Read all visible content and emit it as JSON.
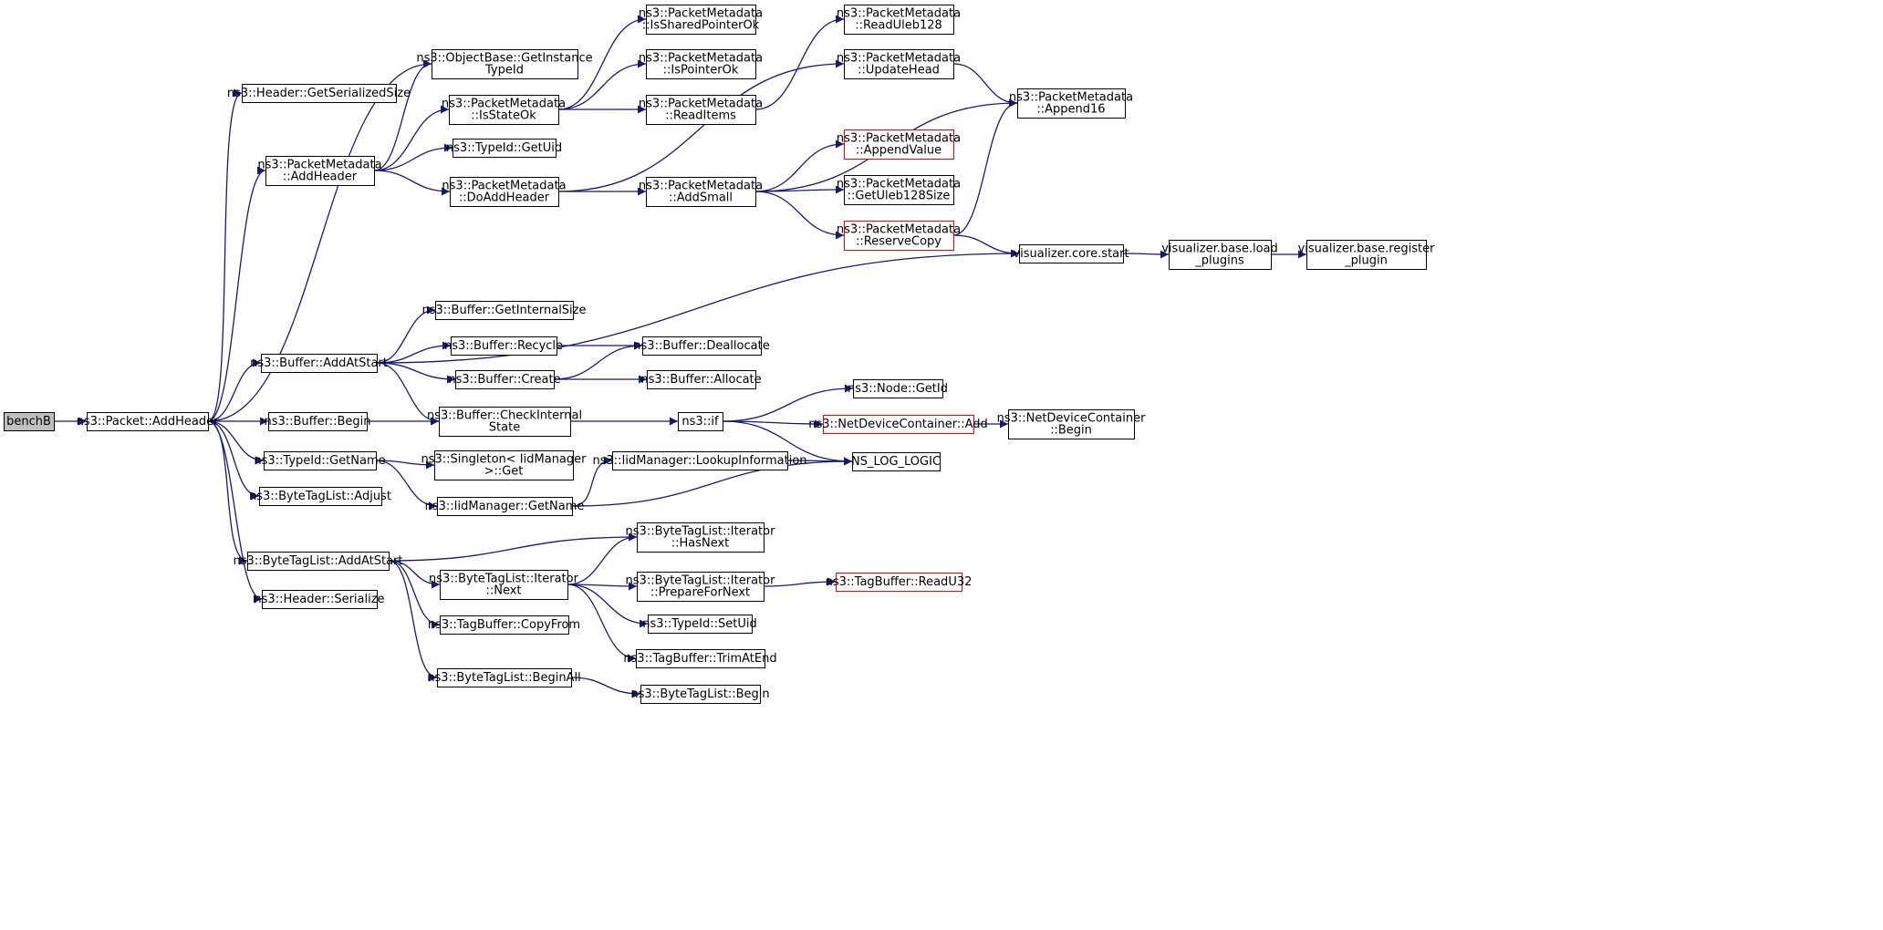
{
  "graph": {
    "root": "benchB",
    "colors": {
      "edge": "#191970",
      "node_border": "#000000",
      "truncated_border": "#ff0000",
      "root_fill": "#bfbfbf"
    },
    "nodes": [
      {
        "id": "benchB",
        "lines": [
          "benchB"
        ],
        "style": "root"
      },
      {
        "id": "pkt_addheader",
        "lines": [
          "ns3::Packet::AddHeader"
        ]
      },
      {
        "id": "hdr_getsersize",
        "lines": [
          "ns3::Header::GetSerializedSize"
        ]
      },
      {
        "id": "objbase_getinst",
        "lines": [
          "ns3::ObjectBase::GetInstance",
          "TypeId"
        ]
      },
      {
        "id": "pm_addheader",
        "lines": [
          "ns3::PacketMetadata",
          "::AddHeader"
        ]
      },
      {
        "id": "pm_isstateok",
        "lines": [
          "ns3::PacketMetadata",
          "::IsStateOk"
        ]
      },
      {
        "id": "typeid_getuid",
        "lines": [
          "ns3::TypeId::GetUid"
        ]
      },
      {
        "id": "pm_doaddheader",
        "lines": [
          "ns3::PacketMetadata",
          "::DoAddHeader"
        ]
      },
      {
        "id": "pm_issharedok",
        "lines": [
          "ns3::PacketMetadata",
          "::IsSharedPointerOk"
        ]
      },
      {
        "id": "pm_ispointerok",
        "lines": [
          "ns3::PacketMetadata",
          "::IsPointerOk"
        ]
      },
      {
        "id": "pm_readitems",
        "lines": [
          "ns3::PacketMetadata",
          "::ReadItems"
        ]
      },
      {
        "id": "pm_readuleb",
        "lines": [
          "ns3::PacketMetadata",
          "::ReadUleb128"
        ]
      },
      {
        "id": "pm_updatehead",
        "lines": [
          "ns3::PacketMetadata",
          "::UpdateHead"
        ]
      },
      {
        "id": "pm_append16",
        "lines": [
          "ns3::PacketMetadata",
          "::Append16"
        ]
      },
      {
        "id": "pm_appendvalue",
        "lines": [
          "ns3::PacketMetadata",
          "::AppendValue"
        ],
        "style": "red"
      },
      {
        "id": "pm_addsmall",
        "lines": [
          "ns3::PacketMetadata",
          "::AddSmall"
        ]
      },
      {
        "id": "pm_getuleb",
        "lines": [
          "ns3::PacketMetadata",
          "::GetUleb128Size"
        ]
      },
      {
        "id": "pm_reservecopy",
        "lines": [
          "ns3::PacketMetadata",
          "::ReserveCopy"
        ],
        "style": "red"
      },
      {
        "id": "viz_core_start",
        "lines": [
          "visualizer.core.start"
        ]
      },
      {
        "id": "viz_base_load",
        "lines": [
          "visualizer.base.load",
          "_plugins"
        ]
      },
      {
        "id": "viz_base_register",
        "lines": [
          "visualizer.base.register",
          "_plugin"
        ]
      },
      {
        "id": "buf_getinternalsize",
        "lines": [
          "ns3::Buffer::GetInternalSize"
        ]
      },
      {
        "id": "buf_addatstart",
        "lines": [
          "ns3::Buffer::AddAtStart"
        ]
      },
      {
        "id": "buf_recycle",
        "lines": [
          "ns3::Buffer::Recycle"
        ]
      },
      {
        "id": "buf_deallocate",
        "lines": [
          "ns3::Buffer::Deallocate"
        ]
      },
      {
        "id": "buf_create",
        "lines": [
          "ns3::Buffer::Create"
        ]
      },
      {
        "id": "buf_allocate",
        "lines": [
          "ns3::Buffer::Allocate"
        ]
      },
      {
        "id": "buf_begin",
        "lines": [
          "ns3::Buffer::Begin"
        ]
      },
      {
        "id": "buf_checkinternal",
        "lines": [
          "ns3::Buffer::CheckInternal",
          "State"
        ]
      },
      {
        "id": "ns3_if",
        "lines": [
          "ns3::if"
        ]
      },
      {
        "id": "node_getid",
        "lines": [
          "ns3::Node::GetId"
        ]
      },
      {
        "id": "ndc_add",
        "lines": [
          "ns3::NetDeviceContainer::Add"
        ],
        "style": "red"
      },
      {
        "id": "ndc_begin",
        "lines": [
          "ns3::NetDeviceContainer",
          "::Begin"
        ]
      },
      {
        "id": "ns_log_logic",
        "lines": [
          "NS_LOG_LOGIC"
        ]
      },
      {
        "id": "typeid_getname",
        "lines": [
          "ns3::TypeId::GetName"
        ]
      },
      {
        "id": "singleton_get",
        "lines": [
          "ns3::Singleton< IidManager",
          ">::Get"
        ]
      },
      {
        "id": "iid_lookup",
        "lines": [
          "ns3::IidManager::LookupInformation"
        ]
      },
      {
        "id": "iid_getname",
        "lines": [
          "ns3::IidManager::GetName"
        ]
      },
      {
        "id": "btl_adjust",
        "lines": [
          "ns3::ByteTagList::Adjust"
        ]
      },
      {
        "id": "btl_addatstart",
        "lines": [
          "ns3::ByteTagList::AddAtStart"
        ]
      },
      {
        "id": "btl_it_hasnext",
        "lines": [
          "ns3::ByteTagList::Iterator",
          "::HasNext"
        ]
      },
      {
        "id": "btl_it_next",
        "lines": [
          "ns3::ByteTagList::Iterator",
          "::Next"
        ]
      },
      {
        "id": "btl_it_prepare",
        "lines": [
          "ns3::ByteTagList::Iterator",
          "::PrepareForNext"
        ]
      },
      {
        "id": "tagbuf_readu32",
        "lines": [
          "ns3::TagBuffer::ReadU32"
        ],
        "style": "red"
      },
      {
        "id": "typeid_setuid",
        "lines": [
          "ns3::TypeId::SetUid"
        ]
      },
      {
        "id": "tagbuf_trimatend",
        "lines": [
          "ns3::TagBuffer::TrimAtEnd"
        ]
      },
      {
        "id": "hdr_serialize",
        "lines": [
          "ns3::Header::Serialize"
        ]
      },
      {
        "id": "tagbuf_copyfrom",
        "lines": [
          "ns3::TagBuffer::CopyFrom"
        ]
      },
      {
        "id": "btl_beginall",
        "lines": [
          "ns3::ByteTagList::BeginAll"
        ]
      },
      {
        "id": "btl_begin",
        "lines": [
          "ns3::ByteTagList::Begin"
        ]
      }
    ],
    "edges": [
      [
        "benchB",
        "pkt_addheader"
      ],
      [
        "pkt_addheader",
        "hdr_getsersize"
      ],
      [
        "pkt_addheader",
        "objbase_getinst"
      ],
      [
        "pkt_addheader",
        "pm_addheader"
      ],
      [
        "pkt_addheader",
        "buf_addatstart"
      ],
      [
        "pkt_addheader",
        "buf_begin"
      ],
      [
        "pkt_addheader",
        "typeid_getname"
      ],
      [
        "pkt_addheader",
        "btl_adjust"
      ],
      [
        "pkt_addheader",
        "btl_addatstart"
      ],
      [
        "pkt_addheader",
        "hdr_serialize"
      ],
      [
        "pm_addheader",
        "objbase_getinst"
      ],
      [
        "pm_addheader",
        "pm_isstateok"
      ],
      [
        "pm_addheader",
        "typeid_getuid"
      ],
      [
        "pm_addheader",
        "pm_doaddheader"
      ],
      [
        "pm_isstateok",
        "pm_issharedok"
      ],
      [
        "pm_isstateok",
        "pm_ispointerok"
      ],
      [
        "pm_isstateok",
        "pm_readitems"
      ],
      [
        "pm_readitems",
        "pm_readuleb"
      ],
      [
        "pm_doaddheader",
        "pm_updatehead"
      ],
      [
        "pm_doaddheader",
        "pm_addsmall"
      ],
      [
        "pm_updatehead",
        "pm_append16"
      ],
      [
        "pm_addsmall",
        "pm_append16"
      ],
      [
        "pm_addsmall",
        "pm_appendvalue"
      ],
      [
        "pm_addsmall",
        "pm_getuleb"
      ],
      [
        "pm_addsmall",
        "pm_reservecopy"
      ],
      [
        "pm_reservecopy",
        "pm_append16"
      ],
      [
        "pm_reservecopy",
        "viz_core_start"
      ],
      [
        "viz_core_start",
        "viz_base_load"
      ],
      [
        "viz_base_load",
        "viz_base_register"
      ],
      [
        "buf_addatstart",
        "viz_core_start"
      ],
      [
        "buf_addatstart",
        "buf_getinternalsize"
      ],
      [
        "buf_addatstart",
        "buf_recycle"
      ],
      [
        "buf_addatstart",
        "buf_create"
      ],
      [
        "buf_addatstart",
        "buf_checkinternal"
      ],
      [
        "buf_recycle",
        "buf_deallocate"
      ],
      [
        "buf_create",
        "buf_deallocate"
      ],
      [
        "buf_create",
        "buf_allocate"
      ],
      [
        "buf_begin",
        "buf_checkinternal"
      ],
      [
        "buf_checkinternal",
        "ns3_if"
      ],
      [
        "ns3_if",
        "node_getid"
      ],
      [
        "ns3_if",
        "ndc_add"
      ],
      [
        "ns3_if",
        "ns_log_logic"
      ],
      [
        "ndc_add",
        "ndc_begin"
      ],
      [
        "typeid_getname",
        "singleton_get"
      ],
      [
        "typeid_getname",
        "iid_getname"
      ],
      [
        "iid_getname",
        "iid_lookup"
      ],
      [
        "iid_getname",
        "ns_log_logic"
      ],
      [
        "iid_lookup",
        "ns_log_logic"
      ],
      [
        "btl_addatstart",
        "btl_it_hasnext"
      ],
      [
        "btl_addatstart",
        "btl_it_next"
      ],
      [
        "btl_addatstart",
        "tagbuf_copyfrom"
      ],
      [
        "btl_addatstart",
        "btl_beginall"
      ],
      [
        "btl_it_next",
        "btl_it_hasnext"
      ],
      [
        "btl_it_next",
        "btl_it_prepare"
      ],
      [
        "btl_it_next",
        "typeid_setuid"
      ],
      [
        "btl_it_next",
        "tagbuf_trimatend"
      ],
      [
        "btl_it_prepare",
        "tagbuf_readu32"
      ],
      [
        "btl_beginall",
        "btl_begin"
      ]
    ]
  }
}
